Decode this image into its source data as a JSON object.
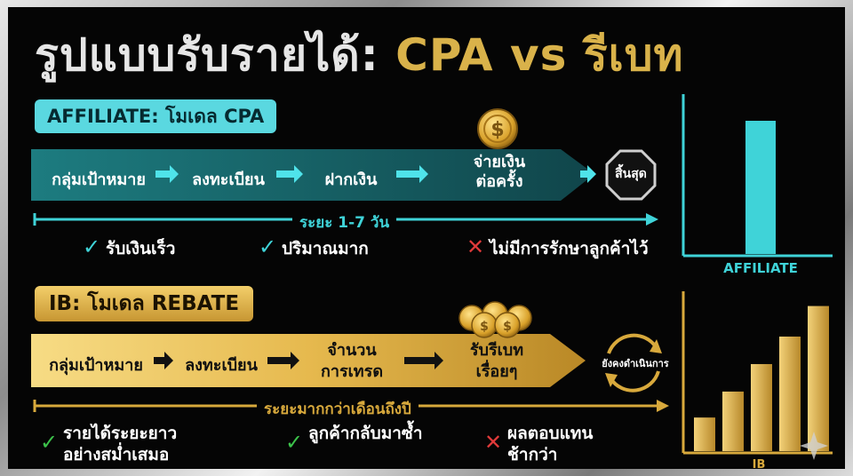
{
  "title": {
    "part1": "รูปแบบรับรายได้:",
    "part2": "CPA vs รีเบท"
  },
  "cpa": {
    "label": "AFFILIATE: โมเดล CPA",
    "steps": [
      "กลุ่มเป้าหมาย",
      "ลงทะเบียน",
      "ฝากเงิน",
      "จ่ายเงิน",
      "ต่อครั้ง"
    ],
    "end": "สิ้นสุด",
    "timeline": "ระยะ 1-7 วัน",
    "points": [
      {
        "mark": "✓",
        "text": "รับเงินเร็ว"
      },
      {
        "mark": "✓",
        "text": "ปริมาณมาก"
      },
      {
        "mark": "✕",
        "text": "ไม่มีการรักษาลูกค้าไว้"
      }
    ],
    "chart_label": "AFFILIATE"
  },
  "ib": {
    "label": "IB: โมเดล REBATE",
    "steps": [
      "กลุ่มเป้าหมาย",
      "ลงทะเบียน",
      "จำนวน",
      "การเทรด",
      "รับรีเบท",
      "เรื่อยๆ"
    ],
    "continue": "ยังคงดำเนินการ",
    "timeline": "ระยะมากกว่าเดือนถึงปี",
    "points": [
      {
        "mark": "✓",
        "line1": "รายได้ระยะยาว",
        "line2": "อย่างสม่ำเสมอ"
      },
      {
        "mark": "✓",
        "line1": "ลูกค้ากลับมาซ้ำ",
        "line2": ""
      },
      {
        "mark": "✕",
        "line1": "ผลตอบแทน",
        "line2": "ช้ากว่า"
      }
    ],
    "chart_label": "IB"
  },
  "colors": {
    "cyan": "#3fd3d8",
    "gold": "#d8a93c",
    "green": "#3cc24a",
    "red": "#e03a3a"
  },
  "chart_data": [
    {
      "type": "bar",
      "series": [
        {
          "values": [
            1
          ]
        }
      ]
    },
    {
      "type": "bar",
      "series": [
        {
          "values": [
            0.22,
            0.39,
            0.57,
            0.75,
            0.95
          ]
        }
      ]
    }
  ]
}
